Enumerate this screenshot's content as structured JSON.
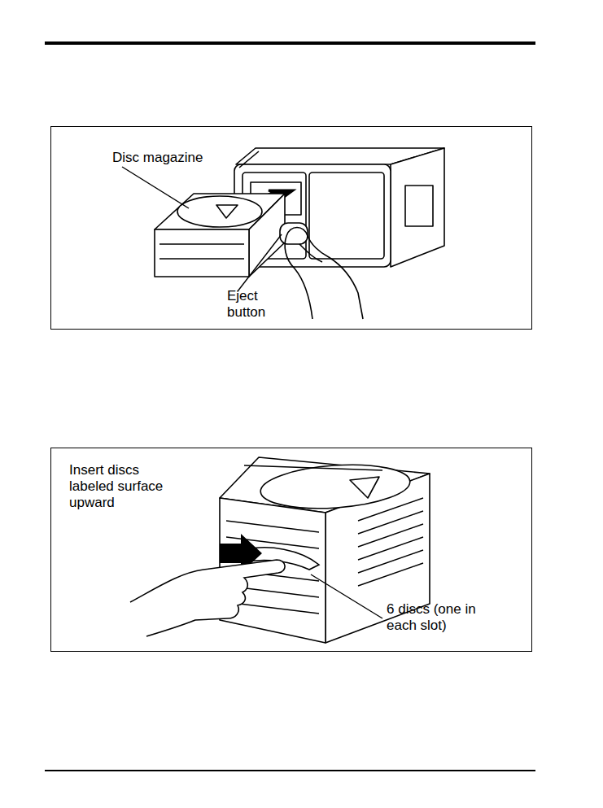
{
  "diagram": {
    "nodes": [
      {
        "text": [
          "Disc magazine",
          "Eject button"
        ]
      },
      {
        "text": [
          "Insert discs labeled surface upward",
          "6 discs (one in each slot)"
        ]
      }
    ]
  }
}
